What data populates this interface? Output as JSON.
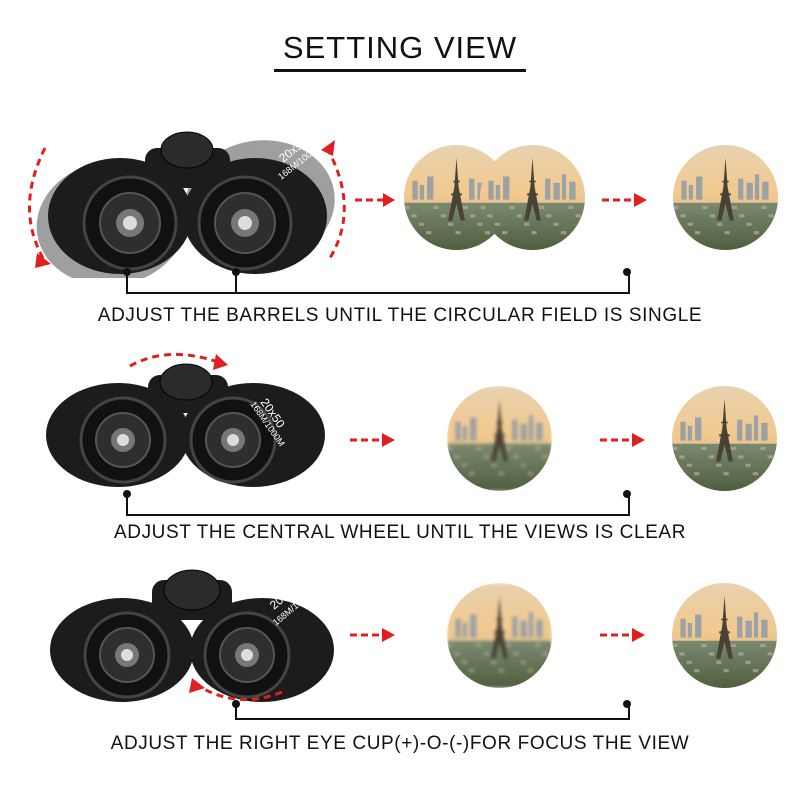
{
  "title": "SETTING VIEW",
  "steps": [
    {
      "caption": "ADJUST THE BARRELS UNTIL THE CIRCULAR FIELD IS SINGLE"
    },
    {
      "caption": "ADJUST THE CENTRAL WHEEL UNTIL THE VIEWS IS CLEAR"
    },
    {
      "caption": "ADJUST THE RIGHT EYE CUP(+)-O-(-)FOR FOCUS THE VIEW"
    }
  ],
  "binocular_spec": {
    "magnification": "20x50",
    "field": "168M/1000M"
  },
  "colors": {
    "arrow": "#e02020",
    "line": "#111111",
    "body": "#1c1c1c"
  }
}
